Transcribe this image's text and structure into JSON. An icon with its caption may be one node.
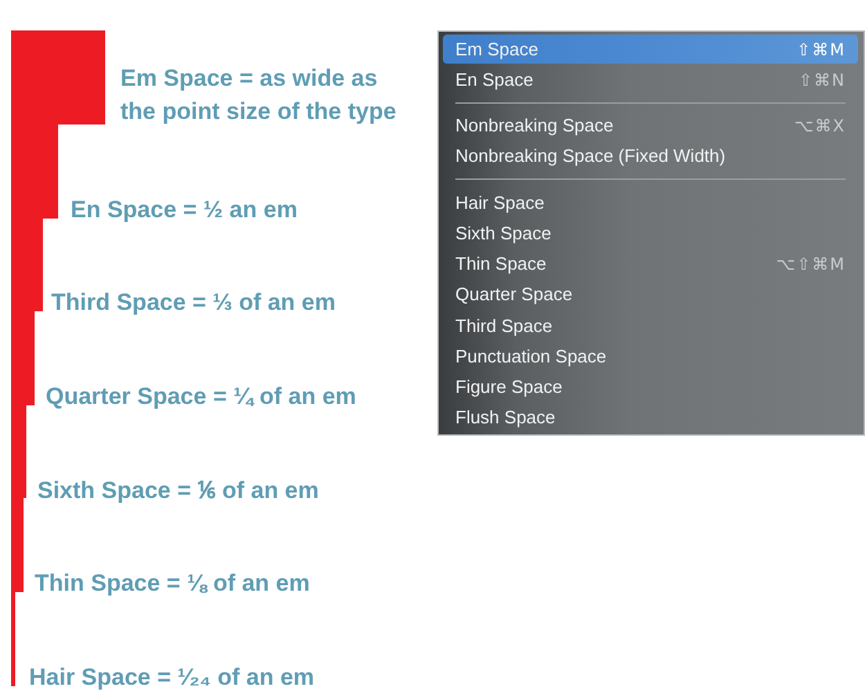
{
  "diagram": {
    "nodes": [
      {
        "text": [],
        "shape": "bar",
        "beside": [
          "Em Space = as wide as the point size of the type"
        ]
      },
      {
        "text": [],
        "shape": "bar",
        "beside": [
          "En Space = ½ an em"
        ]
      },
      {
        "text": [],
        "shape": "bar",
        "beside": [
          "Third Space = ⅓ of an em"
        ]
      },
      {
        "text": [],
        "shape": "bar",
        "beside": [
          "Quarter Space = ¼ of an em"
        ]
      },
      {
        "text": [],
        "shape": "bar",
        "beside": [
          "Sixth Space = ⅙ of an em"
        ]
      },
      {
        "text": [],
        "shape": "bar",
        "beside": [
          "Thin Space = ⅛ of an em"
        ]
      },
      {
        "text": [],
        "shape": "bar",
        "beside": [
          "Hair Space = ¹⁄₂₄ of an em"
        ]
      },
      {
        "text": [
          "En Space",
          "⇧⌘N",
          "Nonbreaking Space",
          "⌥⌘X",
          "Nonbreaking Space (Fixed Width)",
          "Hair Space",
          "Sixth Space",
          "Thin Space",
          "⌥⇧⌘M",
          "Quarter Space",
          "Third Space",
          "Punctuation Space",
          "Figure Space",
          "Flush Space"
        ]
      },
      {
        "text": [
          "Em Space",
          "⇧⌘M"
        ],
        "in": 7
      }
    ]
  }
}
